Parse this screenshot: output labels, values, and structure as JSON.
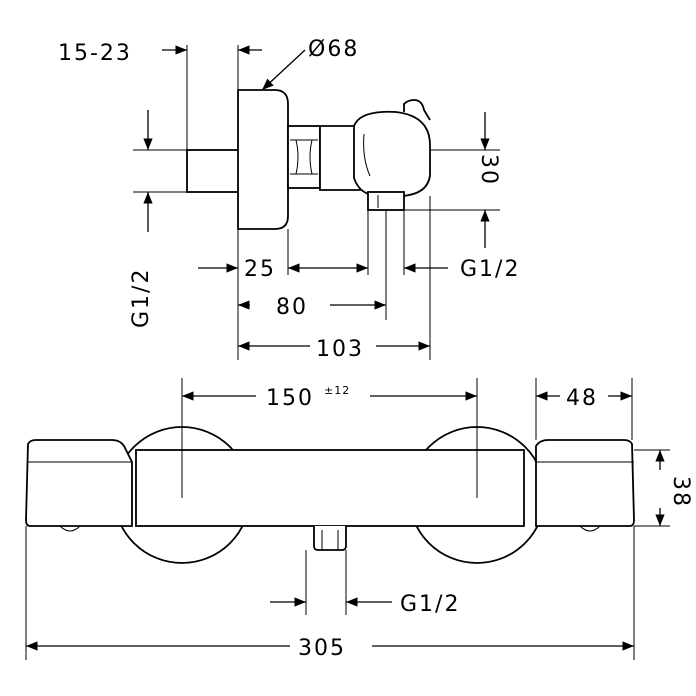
{
  "dimensions": {
    "wall_offset": "15-23",
    "diameter": "Ø68",
    "height_outlet": "30",
    "inlet_left": "G1/2",
    "d25": "25",
    "inlet_right": "G1/2",
    "d80": "80",
    "d103": "103",
    "d150": "150",
    "d150_tol": "±12",
    "d48": "48",
    "d38": "38",
    "outlet_bottom": "G1/2",
    "d305": "305"
  }
}
